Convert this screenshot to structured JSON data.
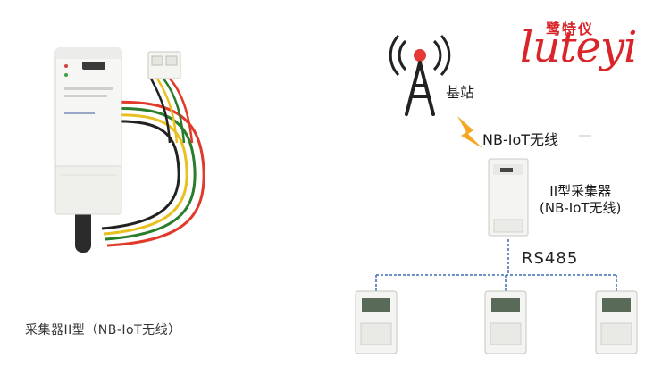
{
  "photo": {
    "caption": "采集器II型（NB-IoT无线）"
  },
  "diagram": {
    "base_station_label": "基站",
    "link_label": "NB-IoT无线",
    "collector_label_line1": "II型采集器",
    "collector_label_line2": "(NB-IoT无线)",
    "bus_label": "RS485"
  },
  "brand": {
    "chinese": "鹭特仪",
    "latin": "luteyi"
  },
  "colors": {
    "brand_red": "#d9252a",
    "lightning_orange": "#f5a623",
    "tower_red": "#e53935",
    "bus_blue": "#3b6fb6"
  },
  "icons": [
    "antenna-tower-icon",
    "lightning-bolt-icon"
  ]
}
